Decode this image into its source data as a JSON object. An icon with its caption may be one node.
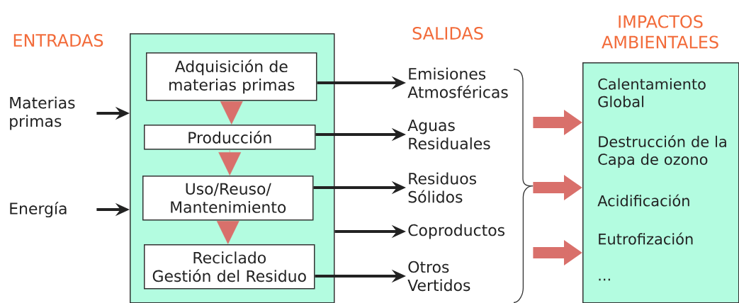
{
  "diagram": {
    "nodes": [
      {
        "text": [],
        "shape": "box"
      },
      {
        "text": [
          "Adquisición de materias primas"
        ],
        "in": 0
      },
      {
        "text": [
          "Producción"
        ],
        "in": 0
      },
      {
        "text": [
          "Uso/Reuso/ Mantenimiento"
        ],
        "in": 0
      },
      {
        "text": [
          "Reciclado",
          "Gestión del Residuo"
        ],
        "in": 0
      },
      {
        "text": [
          "Materias primas"
        ]
      },
      {
        "text": [
          "Energía"
        ]
      },
      {
        "text": [
          "Emisiones Atmosféricas"
        ]
      },
      {
        "text": [
          "Aguas Residuales"
        ]
      },
      {
        "text": [
          "Residuos Sólidos"
        ]
      },
      {
        "text": [
          "Coproductos"
        ]
      },
      {
        "text": [
          "Otros Vertidos"
        ]
      },
      {
        "text": [
          "IMPACTOS AMBIENTALES",
          "Calentamiento Global",
          "Destrucción de la Capa de ozono",
          "Acidificación",
          "Eutrofización",
          "..."
        ]
      },
      {
        "text": [],
        "shape": "brace"
      }
    ],
    "edges": [
      {
        "from": 5,
        "to": 0,
        "arrow": "to"
      },
      {
        "from": 6,
        "to": 0,
        "arrow": "to"
      },
      {
        "from": 1,
        "to": 7,
        "arrow": "to"
      },
      {
        "from": 2,
        "to": 8,
        "arrow": "to"
      },
      {
        "from": 3,
        "to": 9,
        "arrow": "to"
      },
      {
        "from": 0,
        "to": 10,
        "arrow": "to"
      },
      {
        "from": 4,
        "to": 11,
        "arrow": "to"
      },
      {
        "from": 1,
        "to": 2,
        "arrow": "to",
        "color": "#d9706b"
      },
      {
        "from": 2,
        "to": 3,
        "arrow": "to",
        "color": "#d9706b"
      },
      {
        "from": 3,
        "to": 4,
        "arrow": "to",
        "color": "#d9706b"
      },
      {
        "from": 13,
        "to": 12,
        "arrow": "to",
        "style": "thick",
        "color": "#d9706b"
      },
      {
        "from": 13,
        "to": 12,
        "arrow": "to",
        "style": "thick",
        "color": "#d9706b"
      },
      {
        "from": 13,
        "to": 12,
        "arrow": "to",
        "style": "thick",
        "color": "#d9706b"
      }
    ],
    "labels": [
      "ENTRADAS",
      "SALIDAS"
    ]
  }
}
